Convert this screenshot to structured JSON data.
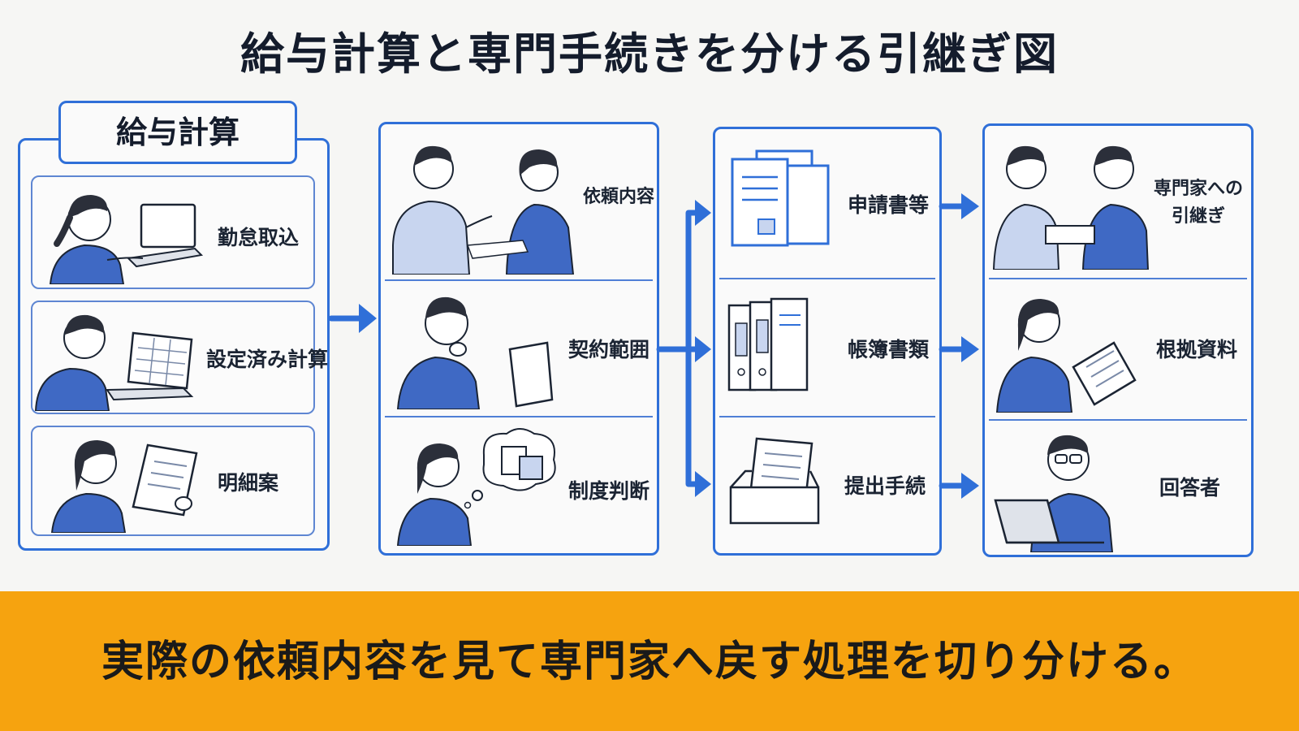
{
  "title": "給与計算と専門手続きを分ける引継ぎ図",
  "payroll": {
    "group_label": "給与計算",
    "items": [
      {
        "label": "勤怠取込",
        "icon": "woman-laptop-icon"
      },
      {
        "label": "設定済み計算",
        "icon": "man-spreadsheet-laptop-icon"
      },
      {
        "label": "明細案",
        "icon": "woman-reading-document-icon"
      }
    ]
  },
  "review": {
    "items": [
      {
        "label": "依頼内容",
        "icon": "consultation-meeting-icon"
      },
      {
        "label": "契約範囲",
        "icon": "man-thinking-document-icon"
      },
      {
        "label": "制度判断",
        "icon": "woman-thinking-bubble-icon"
      }
    ]
  },
  "documents": {
    "items": [
      {
        "label": "申請書等",
        "icon": "application-forms-icon"
      },
      {
        "label": "帳簿書類",
        "icon": "binders-icon"
      },
      {
        "label": "提出手続",
        "icon": "document-tray-icon"
      }
    ]
  },
  "handover": {
    "items": [
      {
        "label_line1": "専門家への",
        "label_line2": "引継ぎ",
        "icon": "handover-documents-icon"
      },
      {
        "label": "根拠資料",
        "icon": "woman-reading-binder-icon"
      },
      {
        "label": "回答者",
        "icon": "expert-laptop-icon"
      }
    ]
  },
  "banner": {
    "text": "実際の依頼内容を見て専門家へ戻す処理を切り分ける。"
  },
  "colors": {
    "accent": "#2f6fd8",
    "banner": "#f6a30f",
    "figure_blue": "#3f69c4",
    "text": "#141c2c"
  }
}
